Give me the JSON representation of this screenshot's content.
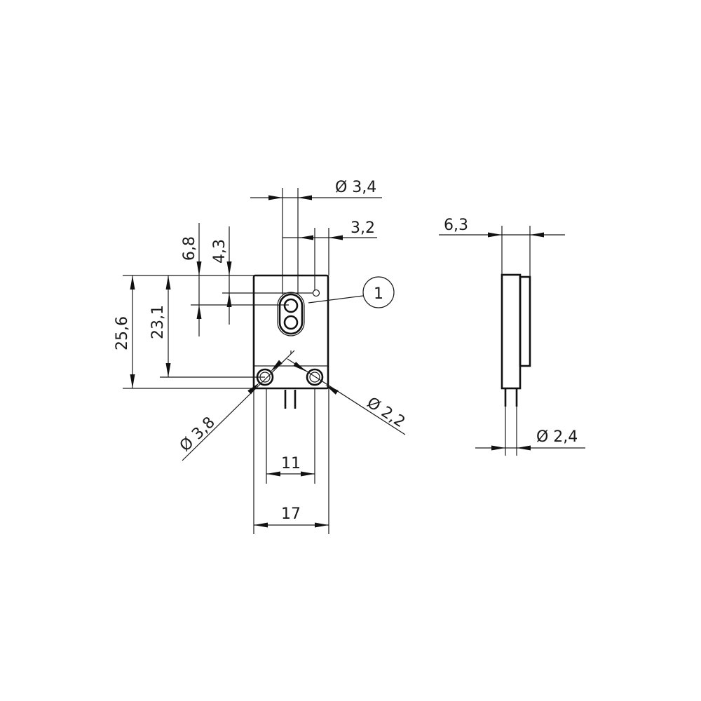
{
  "drawing": {
    "front_view": {
      "dim_bore_diameter": "Ø 3,4",
      "dim_bore_offset": "3,2",
      "dim_height_6_8": "6,8",
      "dim_height_4_3": "4,3",
      "dim_total_height": "25,6",
      "dim_hole_height": "23,1",
      "dim_mount_hole_outer": "Ø 3,8",
      "dim_mount_hole_inner": "Ø 2,2",
      "dim_hole_spacing": "11",
      "dim_width": "17",
      "callout": "1"
    },
    "side_view": {
      "dim_depth": "6,3",
      "dim_pin_diameter": "Ø 2,4"
    },
    "line_color": "#1a1a1a"
  }
}
